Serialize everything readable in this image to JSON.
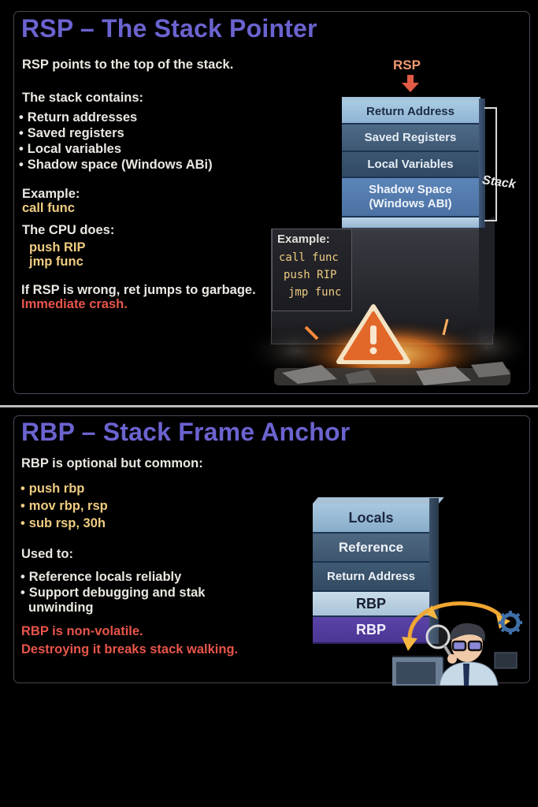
{
  "rsp_card": {
    "title": "RSP – The Stack Pointer",
    "intro": "RSP points to the top of the stack.",
    "contains_heading": "The stack contains:",
    "contains_items": [
      "Return addresses",
      "Saved registers",
      "Local variables",
      "Shadow space (Windows ABi)"
    ],
    "example_heading": "Example:",
    "example_code": "call func",
    "cpu_heading": "The CPU does:",
    "cpu_steps": [
      "push RIP",
      "jmp func"
    ],
    "warning_line": "If RSP is wrong, ret jumps to garbage.",
    "crash_line": "Immediate crash.",
    "diagram": {
      "pointer_label": "RSP",
      "stack_label": "Stack",
      "blocks": [
        "Return Address",
        "Saved Registers",
        "Local Variables",
        "Shadow Space (Windows ABI)"
      ],
      "panel_heading": "Example:",
      "panel_lines": [
        "call func",
        "push RIP",
        "jmp func"
      ],
      "warning_icon": "warning-triangle-icon"
    }
  },
  "rbp_card": {
    "title": "RBP – Stack Frame Anchor",
    "intro": "RBP is optional but common:",
    "prologue": [
      "push rbp",
      "mov rbp, rsp",
      "sub rsp, 30h"
    ],
    "used_heading": "Used to:",
    "used_items": [
      "Reference locals reliably",
      "Support debugging and stak",
      "unwinding"
    ],
    "note_line1": "RBP is non-volatile.",
    "note_line2": "Destroying it breaks stack walking.",
    "diagram": {
      "blocks": [
        "Locals",
        "Reference",
        "Return Address",
        "RBP",
        "RBP"
      ]
    }
  },
  "colors": {
    "title": "#6b63cf",
    "code": "#efcc82",
    "alert": "#e7554a",
    "text": "#ebe7e1"
  }
}
